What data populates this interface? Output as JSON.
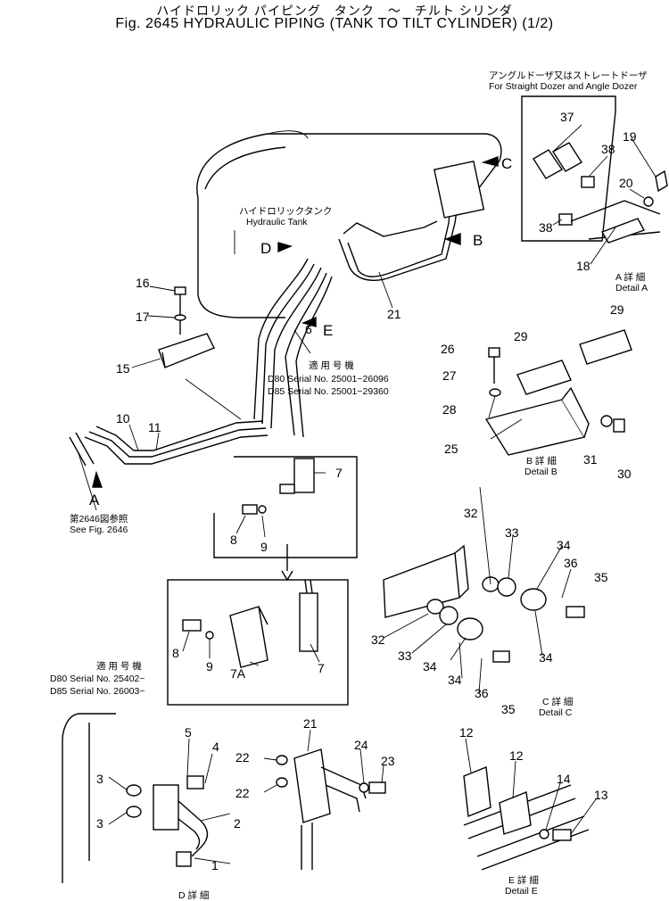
{
  "header": {
    "title_jp": "ハイドロリック パイピング　タンク　～　チルト シリンダ",
    "title_en": "Fig. 2645 HYDRAULIC PIPING (TANK TO TILT CYLINDER) (1/2)"
  },
  "labels": {
    "dozer_note_jp": "アングルドーザ又はストレートドーザ",
    "dozer_note_en": "For Straight Dozer and Angle Dozer",
    "tank_jp": "ハイドロリックタンク",
    "tank_en": "Hydraulic Tank",
    "serial1_jp": "適 用 号 機",
    "serial1_d80": "D80 Serial No. 25001~26096",
    "serial1_d85": "D85 Serial No. 25001~29360",
    "serial2_jp": "適 用 号 機",
    "serial2_d80": "D80 Serial No. 25402~",
    "serial2_d85": "D85 Serial No. 26003~",
    "see_jp": "第2646図参照",
    "see_en": "See Fig. 2646",
    "detail_a_jp": "A 詳 細",
    "detail_a_en": "Detail A",
    "detail_b_jp": "B 詳 細",
    "detail_b_en": "Detail B",
    "detail_c_jp": "C 詳 細",
    "detail_c_en": "Detail C",
    "detail_e_jp": "E 詳 細",
    "detail_e_en": "Detail E",
    "detail_d_jp": "D 詳 細"
  },
  "view_letters": [
    "A",
    "B",
    "C",
    "D",
    "E"
  ],
  "part_numbers": [
    "1",
    "2",
    "3",
    "4",
    "5",
    "6",
    "7",
    "7A",
    "8",
    "9",
    "10",
    "11",
    "12",
    "13",
    "14",
    "15",
    "16",
    "17",
    "18",
    "19",
    "20",
    "21",
    "22",
    "23",
    "24",
    "25",
    "26",
    "27",
    "28",
    "29",
    "30",
    "31",
    "32",
    "33",
    "34",
    "35",
    "36",
    "37",
    "38"
  ]
}
